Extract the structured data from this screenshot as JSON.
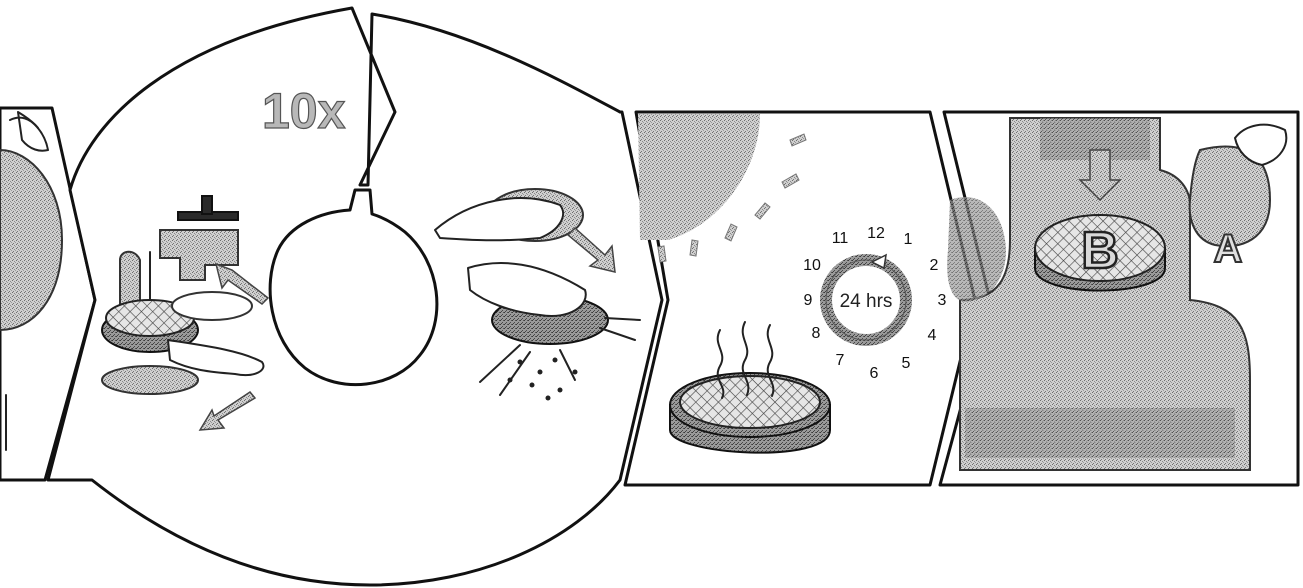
{
  "repeat_label": "10x",
  "clock": {
    "center_label": "24 hrs",
    "numbers": [
      "12",
      "1",
      "2",
      "3",
      "4",
      "5",
      "6",
      "7",
      "8",
      "9",
      "10",
      "11"
    ]
  },
  "letters": {
    "b": "B",
    "a": "A"
  }
}
